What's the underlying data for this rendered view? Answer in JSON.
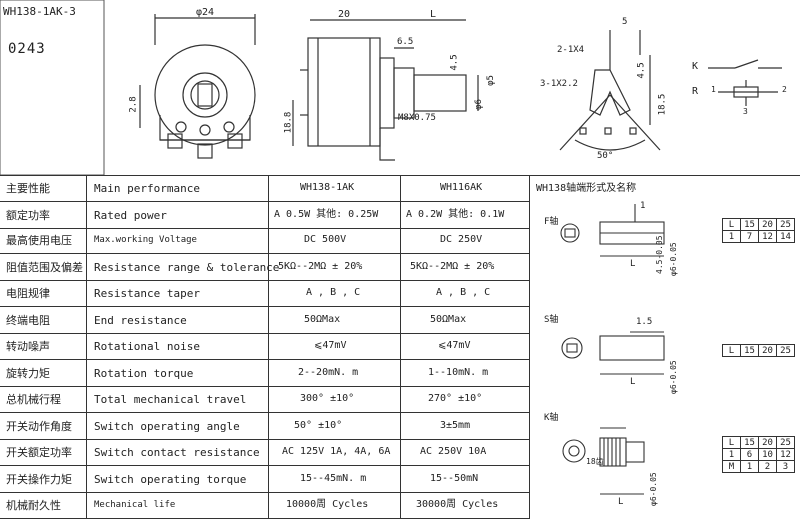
{
  "header": {
    "model": "WH138-1AK-3",
    "code": "0243"
  },
  "drawing": {
    "dims": {
      "phi24": "φ24",
      "d20": "20",
      "dL": "L",
      "d6_5": "6.5",
      "d4_5": "4.5",
      "d2_8": "2.8",
      "d18_8": "18.8",
      "m8": "M8X0.75",
      "phi6": "φ6",
      "phi5": "φ5"
    },
    "pins": {
      "pin_a": "2-1X4",
      "pin_b": "3-1X2.2",
      "angle": "50°",
      "d5": "5",
      "d4_5b": "4.5",
      "d18_5": "18.5"
    },
    "switch": {
      "k": "K",
      "r": "R",
      "n1": "1",
      "n2": "2",
      "n3": "3"
    }
  },
  "spec_table": {
    "headers": [
      "主要性能",
      "Main performance",
      "WH138-1AK",
      "WH116AK"
    ],
    "rows": [
      [
        "额定功率",
        "Rated power",
        "A 0.5W  其他: 0.25W",
        "A 0.2W  其他: 0.1W"
      ],
      [
        "最高使用电压",
        "Max.working Voltage",
        "DC  500V",
        "DC 250V"
      ],
      [
        "阻值范围及偏差",
        "Resistance range & tolerance",
        "5KΩ--2MΩ   ± 20%",
        "5KΩ--2MΩ   ± 20%"
      ],
      [
        "电阻规律",
        "Resistance taper",
        "A , B , C",
        "A , B , C"
      ],
      [
        "终端电阻",
        "End resistance",
        "50ΩMax",
        "50ΩMax"
      ],
      [
        "转动噪声",
        "Rotational noise",
        "⩽47mV",
        "⩽47mV"
      ],
      [
        "旋转力矩",
        "Rotation torque",
        "2--20mN. m",
        "1--10mN. m"
      ],
      [
        "总机械行程",
        "Total mechanical travel",
        "300° ±10°",
        "270° ±10°"
      ],
      [
        "开关动作角度",
        "Switch operating angle",
        "50° ±10°",
        "3±5mm"
      ],
      [
        "开关额定功率",
        "Switch contact resistance",
        "AC 125V 1A, 4A, 6A",
        "AC 250V 10A"
      ],
      [
        "开关操作力矩",
        "Switch operating torque",
        "15--45mN. m",
        "15--50mN"
      ],
      [
        "机械耐久性",
        "Mechanical life",
        "10000周 Cycles",
        "30000周 Cycles"
      ]
    ]
  },
  "shafts": {
    "title": "WH138轴端形式及名称",
    "f_label": "F轴",
    "s_label": "S轴",
    "k_label": "K轴",
    "f_dims": {
      "d1": "1",
      "dL": "L",
      "d45": "4.5-0.05",
      "d6": "φ6-0.05"
    },
    "s_dims": {
      "d15": "1.5",
      "dL": "L",
      "d6": "φ6-0.05"
    },
    "k_dims": {
      "dL": "L",
      "d18": "18齿",
      "d6": "φ6-0.05"
    },
    "f_table": [
      [
        "L",
        "15",
        "20",
        "25"
      ],
      [
        "1",
        "7",
        "12",
        "14"
      ]
    ],
    "s_table": [
      [
        "L",
        "15",
        "20",
        "25"
      ]
    ],
    "k_table": [
      [
        "L",
        "15",
        "20",
        "25"
      ],
      [
        "1",
        "6",
        "10",
        "12"
      ],
      [
        "M",
        "1",
        "2",
        "3"
      ]
    ]
  }
}
